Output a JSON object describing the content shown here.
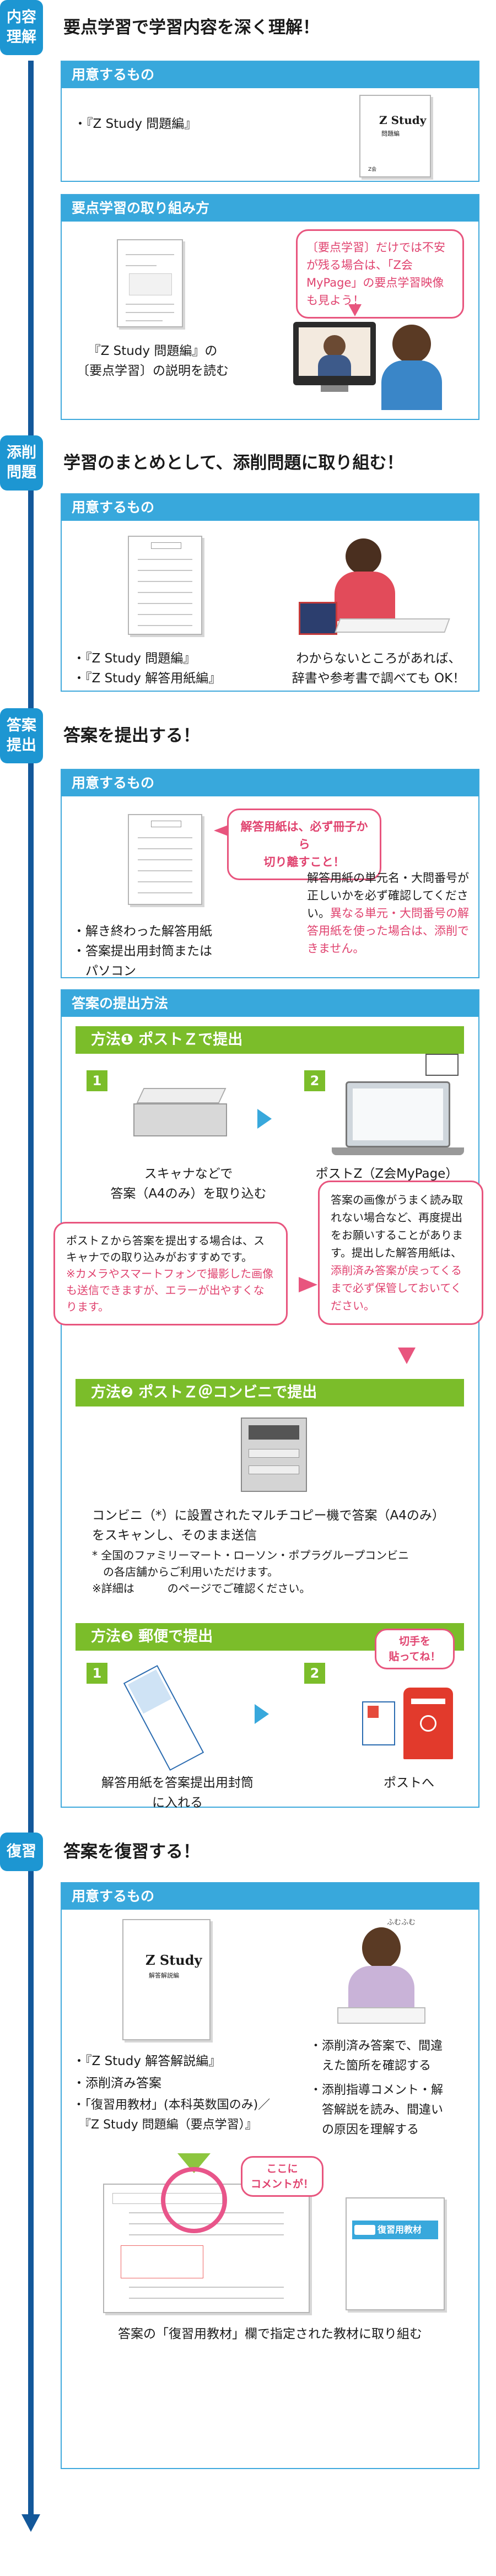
{
  "sections": [
    {
      "tag": "内容\n理解",
      "title": "要点学習で学習内容を深く理解！"
    },
    {
      "tag": "添削\n問題",
      "title": "学習のまとめとして、添削問題に取り組む！"
    },
    {
      "tag": "答案\n提出",
      "title": "答案を提出する！"
    },
    {
      "tag": "復習",
      "title": "答案を復習する！"
    }
  ],
  "s1": {
    "box1_header": "用意するもの",
    "box1_item": "・『Z Study 問題編』",
    "box2_header": "要点学習の取り組み方",
    "box2_caption": "『Z Study 問題編』の\n〔要点学習〕の説明を読む",
    "bubble": "〔要点学習〕だけでは不安が残る場合は、「Z会MyPage」の要点学習映像も見よう！",
    "book_logo": "Z Study",
    "book_sub": "問題編",
    "book_mark": "Z会"
  },
  "s2": {
    "box_header": "用意するもの",
    "item1": "・『Z Study 問題編』",
    "item2": "・『Z Study 解答用紙編』",
    "note": "わからないところがあれば、\n辞書や参考書で調べても OK！"
  },
  "s3": {
    "box1_header": "用意するもの",
    "bubble1": "解答用紙は、必ず冊子から\n切り離すこと！",
    "item1": "・解き終わった解答用紙",
    "item2": "・答案提出用封筒または\n　パソコン",
    "note_plain": "解答用紙の単元名・大問番号が正しいかを必ず確認してください。",
    "note_red": "異なる単元・大問番号の解答用紙を使った場合は、添削できません。",
    "box2_header": "答案の提出方法",
    "m1_title": "方法❶ ポストＺで提出",
    "m1_step1_num": "1",
    "m1_step1": "スキャナなどで\n答案（A4のみ）を取り込む",
    "m1_step2_num": "2",
    "m1_step2": "ポストZ（Z会MyPage）\nより送信",
    "bubble_left_plain": "ポストＺから答案を提出する場合は、スキャナでの取り込みがおすすめです。",
    "bubble_left_red": "※カメラやスマートフォンで撮影した画像も送信できますが、エラーが出やすくなります。",
    "bubble_right_plain": "答案の画像がうまく読み取れない場合など、再度提出をお願いすることがあります。提出した解答用紙は、",
    "bubble_right_red": "添削済み答案が戻ってくるまで必ず保管しておいてください。",
    "m2_title": "方法❷ ポストＺ＠コンビニで提出",
    "m2_text1": "コンビニ（*）に設置されたマルチコピー機で答案（A4のみ）\nをスキャンし、そのまま送信",
    "m2_text2": "* 全国のファミリーマート・ローソン・ポプラグループコンビニ\n　の各店舗からご利用いただけます。",
    "m2_text3": "※詳細は　　　のページでご確認ください。",
    "m3_title": "方法❸ 郵便で提出",
    "m3_step1_num": "1",
    "m3_step1": "解答用紙を答案提出用封筒\nに入れる",
    "m3_step2_num": "2",
    "m3_step2": "ポストへ",
    "stamp_bubble": "切手を\n貼ってね！"
  },
  "s4": {
    "box_header": "用意するもの",
    "item1": "・『Z Study 解答解説編』",
    "item2": "・添削済み答案",
    "item3": "・「復習用教材」(本科英数国のみ)／\n　『Z Study 問題編（要点学習）』",
    "right1": "・添削済み答案で、間違\n　えた箇所を確認する",
    "right2": "・添削指導コメント・解\n　答解説を読み、間違い\n　の原因を理解する",
    "bubble": "ここに\nコメントが！",
    "book_logo": "Z Study",
    "book_sub": "解答解説編",
    "book2_title": "復習用教材",
    "ruby": "ふむふむ",
    "bottom": "答案の「復習用教材」欄で指定された教材に取り組む"
  },
  "colors": {
    "tag": "#1d96d2",
    "spine": "#13589a",
    "header": "#38a8dc",
    "method": "#7bbd2a",
    "accent": "#e8557e"
  }
}
